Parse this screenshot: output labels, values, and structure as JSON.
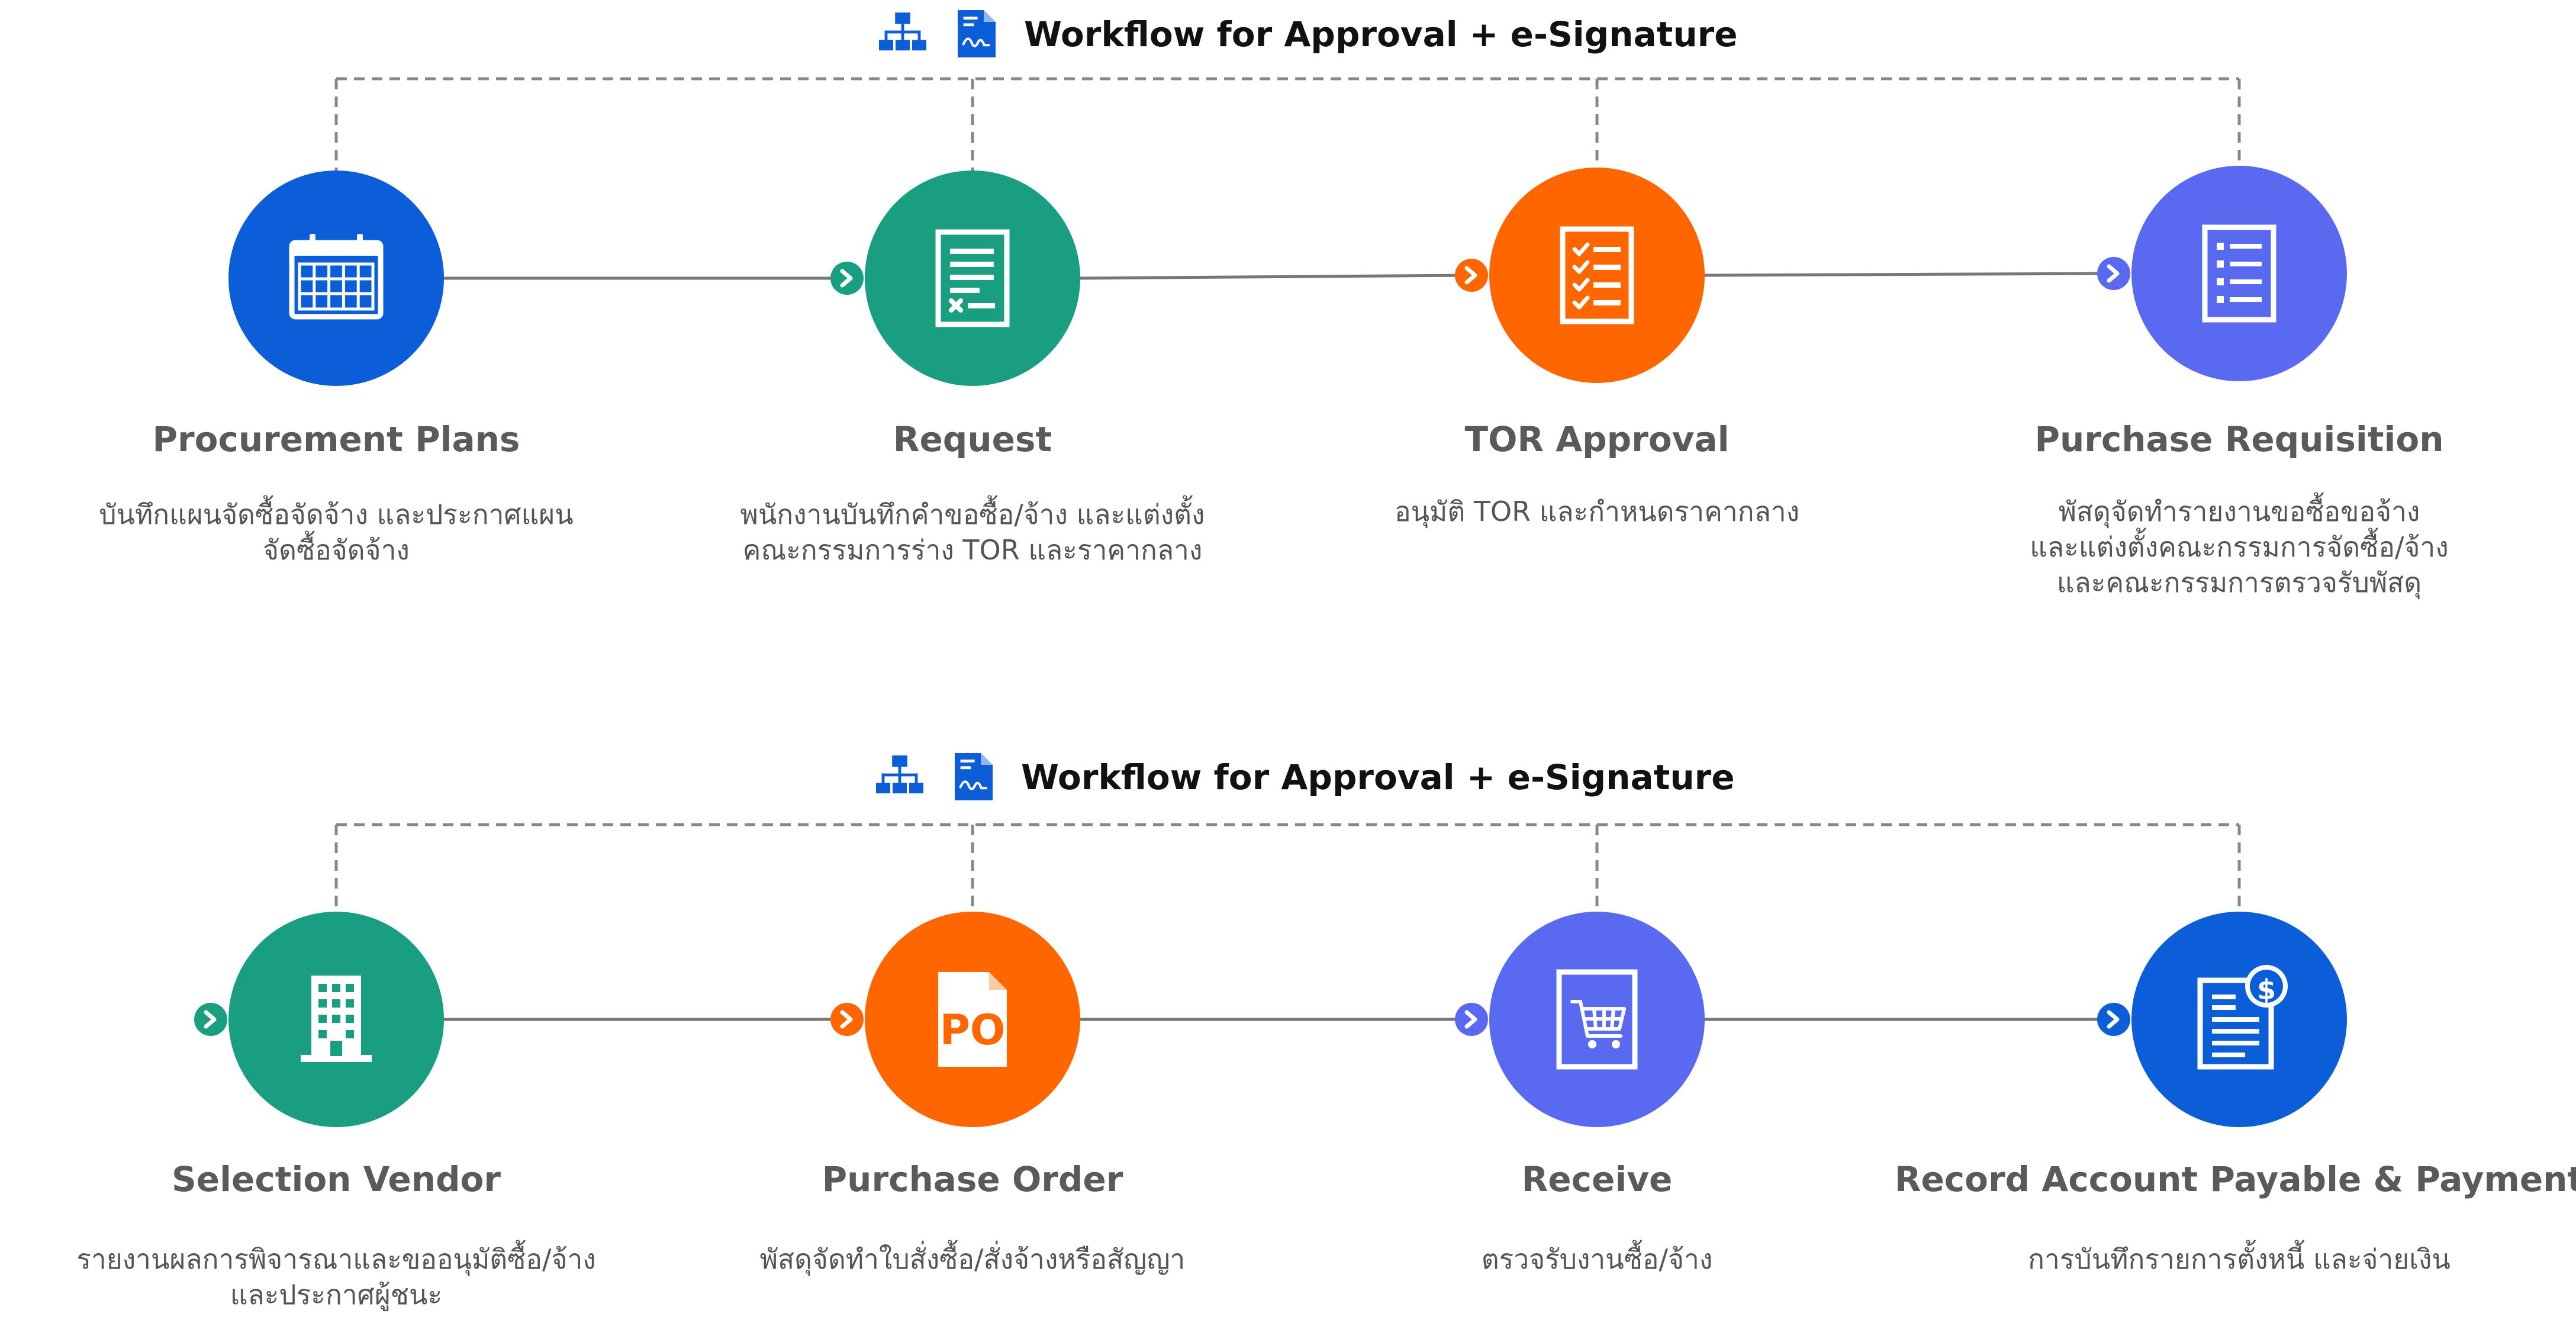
{
  "rows": [
    {
      "header": "Workflow for Approval + e-Signature",
      "steps": [
        {
          "title": "Procurement Plans",
          "desc": [
            "บันทึกแผนจัดซื้อจัดจ้าง และประกาศแผน",
            "จัดซื้อจัดจ้าง"
          ],
          "color": "#0b5ed7",
          "icon": "calendar-icon",
          "arrow_color": null
        },
        {
          "title": "Request",
          "desc": [
            "พนักงานบันทึกคำขอซื้อ/จ้าง และแต่งตั้ง",
            "คณะกรรมการร่าง TOR และราคากลาง"
          ],
          "color": "#1a9e82",
          "icon": "request-form-icon",
          "arrow_color": "#1a9e82"
        },
        {
          "title": "TOR Approval",
          "desc": [
            "อนุมัติ TOR และกำหนดราคากลาง"
          ],
          "color": "#ff6600",
          "icon": "checklist-icon",
          "arrow_color": "#ff6600"
        },
        {
          "title": "Purchase Requisition",
          "desc": [
            "พัสดุจัดทำรายงานขอซื้อขอจ้าง",
            "และแต่งตั้งคณะกรรมการจัดซื้อ/จ้าง",
            "และคณะกรรมการตรวจรับพัสดุ"
          ],
          "color": "#5a6af0",
          "icon": "list-document-icon",
          "arrow_color": "#5a6af0"
        }
      ]
    },
    {
      "header": "Workflow for Approval + e-Signature",
      "steps": [
        {
          "title": "Selection Vendor",
          "desc": [
            "รายงานผลการพิจารณาและขออนุมัติซื้อ/จ้าง",
            "และประกาศผู้ชนะ"
          ],
          "color": "#1a9e82",
          "icon": "building-icon",
          "arrow_color": "#1a9e82"
        },
        {
          "title": "Purchase Order",
          "desc": [
            "พัสดุจัดทำใบสั่งซื้อ/สั่งจ้างหรือสัญญา"
          ],
          "color": "#ff6600",
          "icon": "po-document-icon",
          "arrow_color": "#ff6600",
          "icon_text": "PO"
        },
        {
          "title": "Receive",
          "desc": [
            "ตรวจรับงานซื้อ/จ้าง"
          ],
          "color": "#5a6af0",
          "icon": "shopping-cart-icon",
          "arrow_color": "#5a6af0"
        },
        {
          "title": "Record Account Payable & Payment",
          "desc": [
            "การบันทึกรายการตั้งหนี้ และจ่ายเงิน"
          ],
          "color": "#0b5ed7",
          "icon": "invoice-dollar-icon",
          "arrow_color": "#0b5ed7",
          "icon_text": "$"
        }
      ]
    }
  ],
  "colors": {
    "header_icon": "#0b5ed7",
    "dashed": "#888888",
    "connector": "#777777"
  }
}
